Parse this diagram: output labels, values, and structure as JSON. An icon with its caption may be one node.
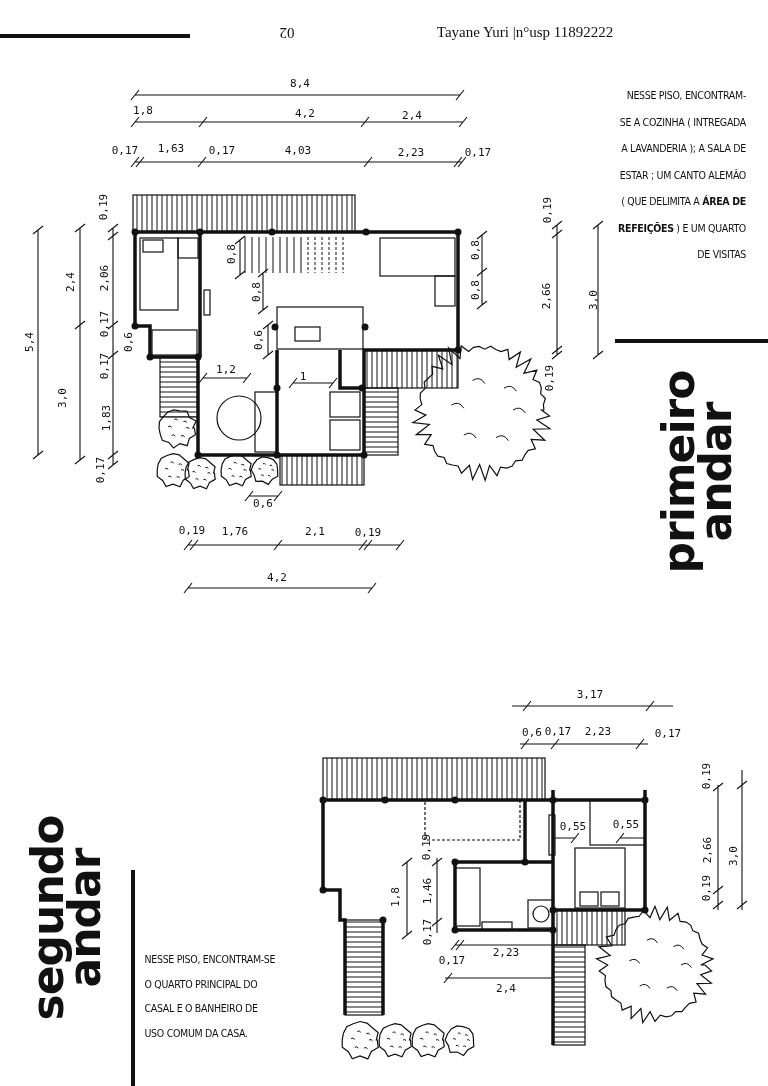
{
  "diagram": {
    "labels": [
      "02",
      "Tayane Yuri |n°usp 11892222",
      "NESSE PISO, ENCONTRAM-SE A COZINHA ( INTREGADA A LAVANDERIA ); A SALA DE ESTAR ; UM CANTO ALEMÃO ( QUE DELIMITA  A **ÁREA DE REFEIÇÕES** ) E UM QUARTO DE VISITAS",
      "primeiro andar",
      "8,4",
      "1,8",
      "4,2",
      "2,4",
      "0,17",
      "1,63",
      "0,17",
      "4,03",
      "2,23",
      "0,17",
      "5,4",
      "2,4",
      "0,19",
      "2,06",
      "0,17",
      "0,6",
      "0,17",
      "3,0",
      "1,83",
      "0,17",
      "0,8",
      "0,8",
      "0,6",
      "1,2",
      "1",
      "0,19",
      "0,8",
      "0,8",
      "2,66",
      "3,0",
      "0,19",
      "0,6",
      "0,19",
      "1,76",
      "2,1",
      "0,19",
      "4,2",
      "3,17",
      "0,6",
      "0,17",
      "2,23",
      "0,17",
      "0,19",
      "2,66",
      "3,0",
      "0,19",
      "0,55",
      "0,55",
      "0,19",
      "1,8",
      "1,46",
      "0,17",
      "0,17",
      "2,23",
      "2,4",
      "segundo andar",
      "NESSE PISO, ENCONTRAM-SE O QUARTO PRINCIPAL DO CASAL E O BANHEIRO DE USO COMUM DA CASA."
    ]
  }
}
